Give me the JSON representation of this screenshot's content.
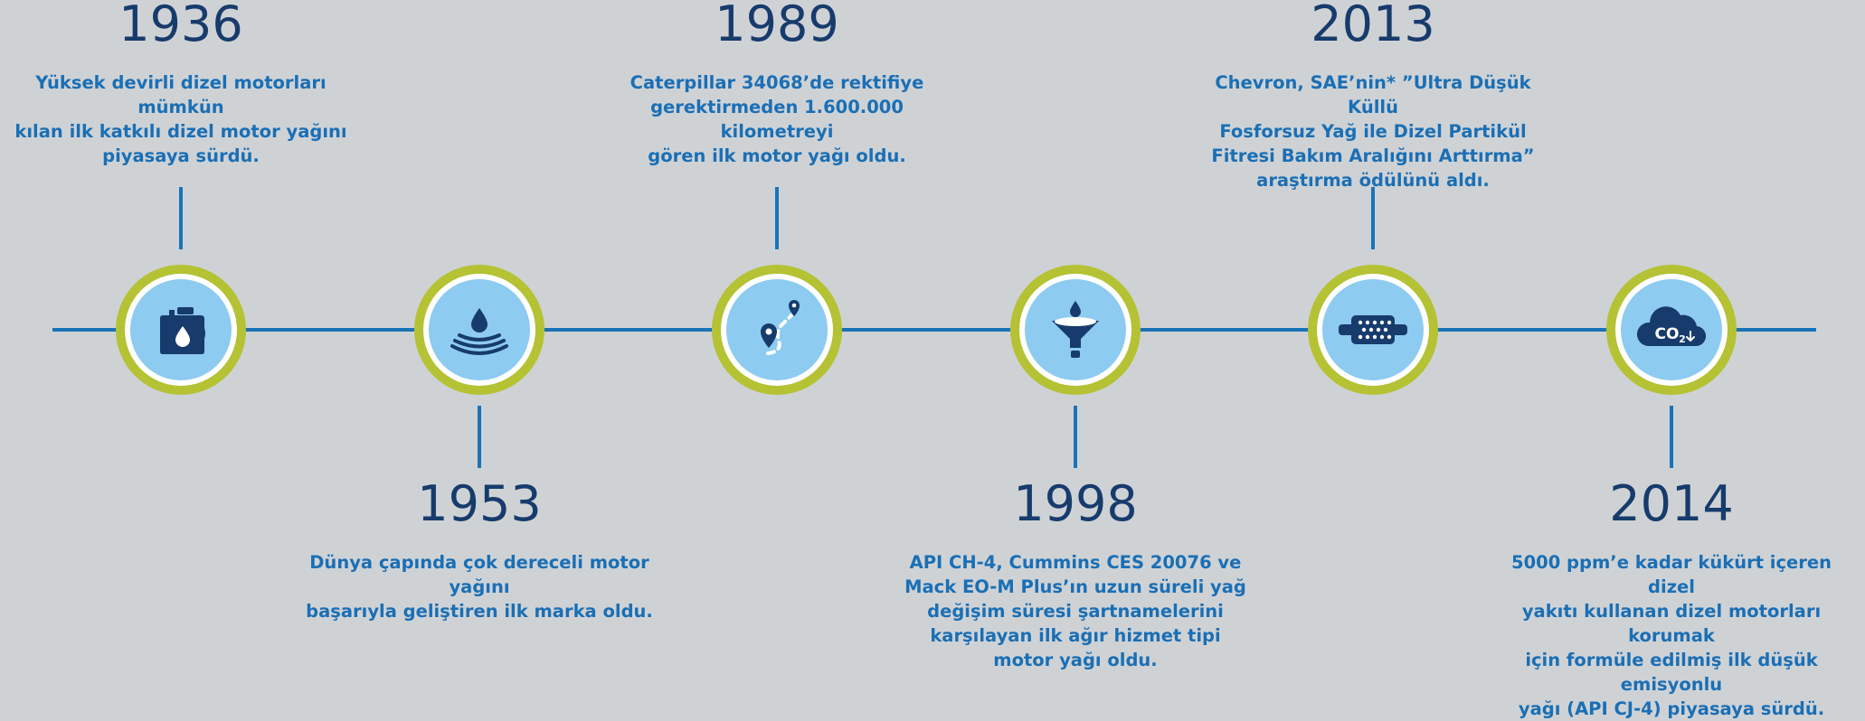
{
  "colors": {
    "background": "#cfd2d5",
    "axis": "#1a73b8",
    "year_text": "#173b6c",
    "description_text": "#1a6fb5",
    "node_outer": "#b4c234",
    "node_inner": "#8dcbf0",
    "icon": "#173b6c"
  },
  "timeline": [
    {
      "year": "1936",
      "icon": "oil-can-icon",
      "lines": [
        "Yüksek devirli dizel motorları mümkün",
        "kılan ilk katkılı dizel motor yağını",
        "piyasaya sürdü."
      ]
    },
    {
      "year": "1953",
      "icon": "oil-drop-ripple-icon",
      "lines": [
        "Dünya çapında çok dereceli motor yağını",
        "başarıyla geliştiren ilk marka oldu."
      ]
    },
    {
      "year": "1989",
      "icon": "route-map-icon",
      "lines": [
        "Caterpillar 34068’de rektifiye",
        "gerektirmeden 1.600.000 kilometreyi",
        "gören ilk motor yağı oldu."
      ]
    },
    {
      "year": "1998",
      "icon": "oil-funnel-icon",
      "lines": [
        "API CH-4, Cummins CES 20076 ve",
        "Mack EO-M Plus’ın uzun süreli yağ",
        "değişim süresi şartnamelerini",
        "karşılayan ilk ağır hizmet tipi",
        "motor yağı oldu."
      ]
    },
    {
      "year": "2013",
      "icon": "particulate-filter-icon",
      "lines": [
        "Chevron, SAE’nin* ”Ultra Düşük Küllü",
        "Fosforsuz Yağ ile Dizel Partikül",
        "Fitresi Bakım Aralığını Arttırma”",
        "araştırma ödülünü aldı."
      ]
    },
    {
      "year": "2014",
      "icon": "co2-cloud-icon",
      "co2_label": "CO2",
      "lines": [
        "5000 ppm’e kadar kükürt içeren dizel",
        "yakıtı kullanan dizel motorları korumak",
        "için formüle edilmiş ilk düşük emisyonlu",
        "yağı (API CJ-4) piyasaya sürdü."
      ]
    }
  ]
}
